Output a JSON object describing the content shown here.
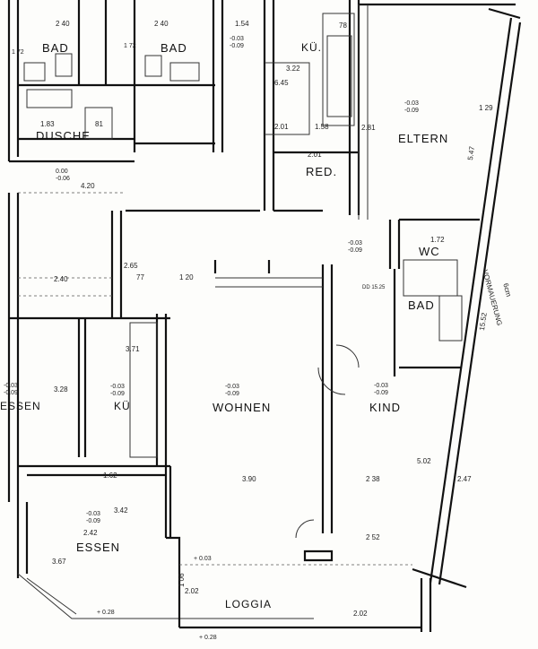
{
  "rooms": {
    "bad_left": "BAD",
    "bad_middle": "BAD",
    "dusche": "DUSCHE",
    "kue_top": "KÜ.",
    "eltern": "ELTERN",
    "red": "RED.",
    "wc": "WC",
    "bad_right": "BAD",
    "ku_mid": "KÜ",
    "essen_left": "ESSEN",
    "wohnen": "WOHNEN",
    "kind": "KIND",
    "essen": "ESSEN",
    "loggia": "LOGGIA"
  },
  "annotations": {
    "vormauerung": "VORMAUERUNG",
    "vormauerung_size": "6cm",
    "dd_label": "DD 15.25"
  },
  "dims": {
    "d240a": "2 40",
    "d240b": "2 40",
    "d154": "1.54",
    "d172a": "1 72",
    "d172b": "1 72",
    "d322": "3.22",
    "d645": "6.45",
    "d78": "78",
    "d183": "1.83",
    "d81": "81",
    "d201a": "2.01",
    "d158": "1.58",
    "d201b": "2.01",
    "d129": "1 29",
    "d281": "2.81",
    "d420": "4.20",
    "d265": "2.65",
    "d77": "77",
    "d120": "1 20",
    "d240c": "2.40",
    "d172c": "1.72",
    "d371": "3.71",
    "d328": "3.28",
    "d162": "1.62",
    "d342": "3.42",
    "d242": "2.42",
    "d390": "3.90",
    "d238": "2 38",
    "d502": "5.02",
    "d247": "2.47",
    "d252": "2 52",
    "d202a": "2.02",
    "d202b": "2.02",
    "d106": "1 06",
    "d367": "3.67",
    "d547": "5.47",
    "d1552": "15.52"
  },
  "levels": {
    "l_top": "-0.03\n-0.09",
    "l_eltern": "-0.03\n-0.09",
    "l_flur": "0.00\n-0.06",
    "l_wc": "-0.03\n-0.09",
    "l_left": "-0.03\n-0.09",
    "l_ku": "-0.03\n-0.09",
    "l_wohnen": "-0.03\n-0.09",
    "l_kind": "-0.03\n-0.09",
    "l_essen": "-0.03\n-0.09",
    "l_plus003": "+ 0.03",
    "l_plus028a": "+ 0.28",
    "l_plus028b": "+ 0.28"
  }
}
